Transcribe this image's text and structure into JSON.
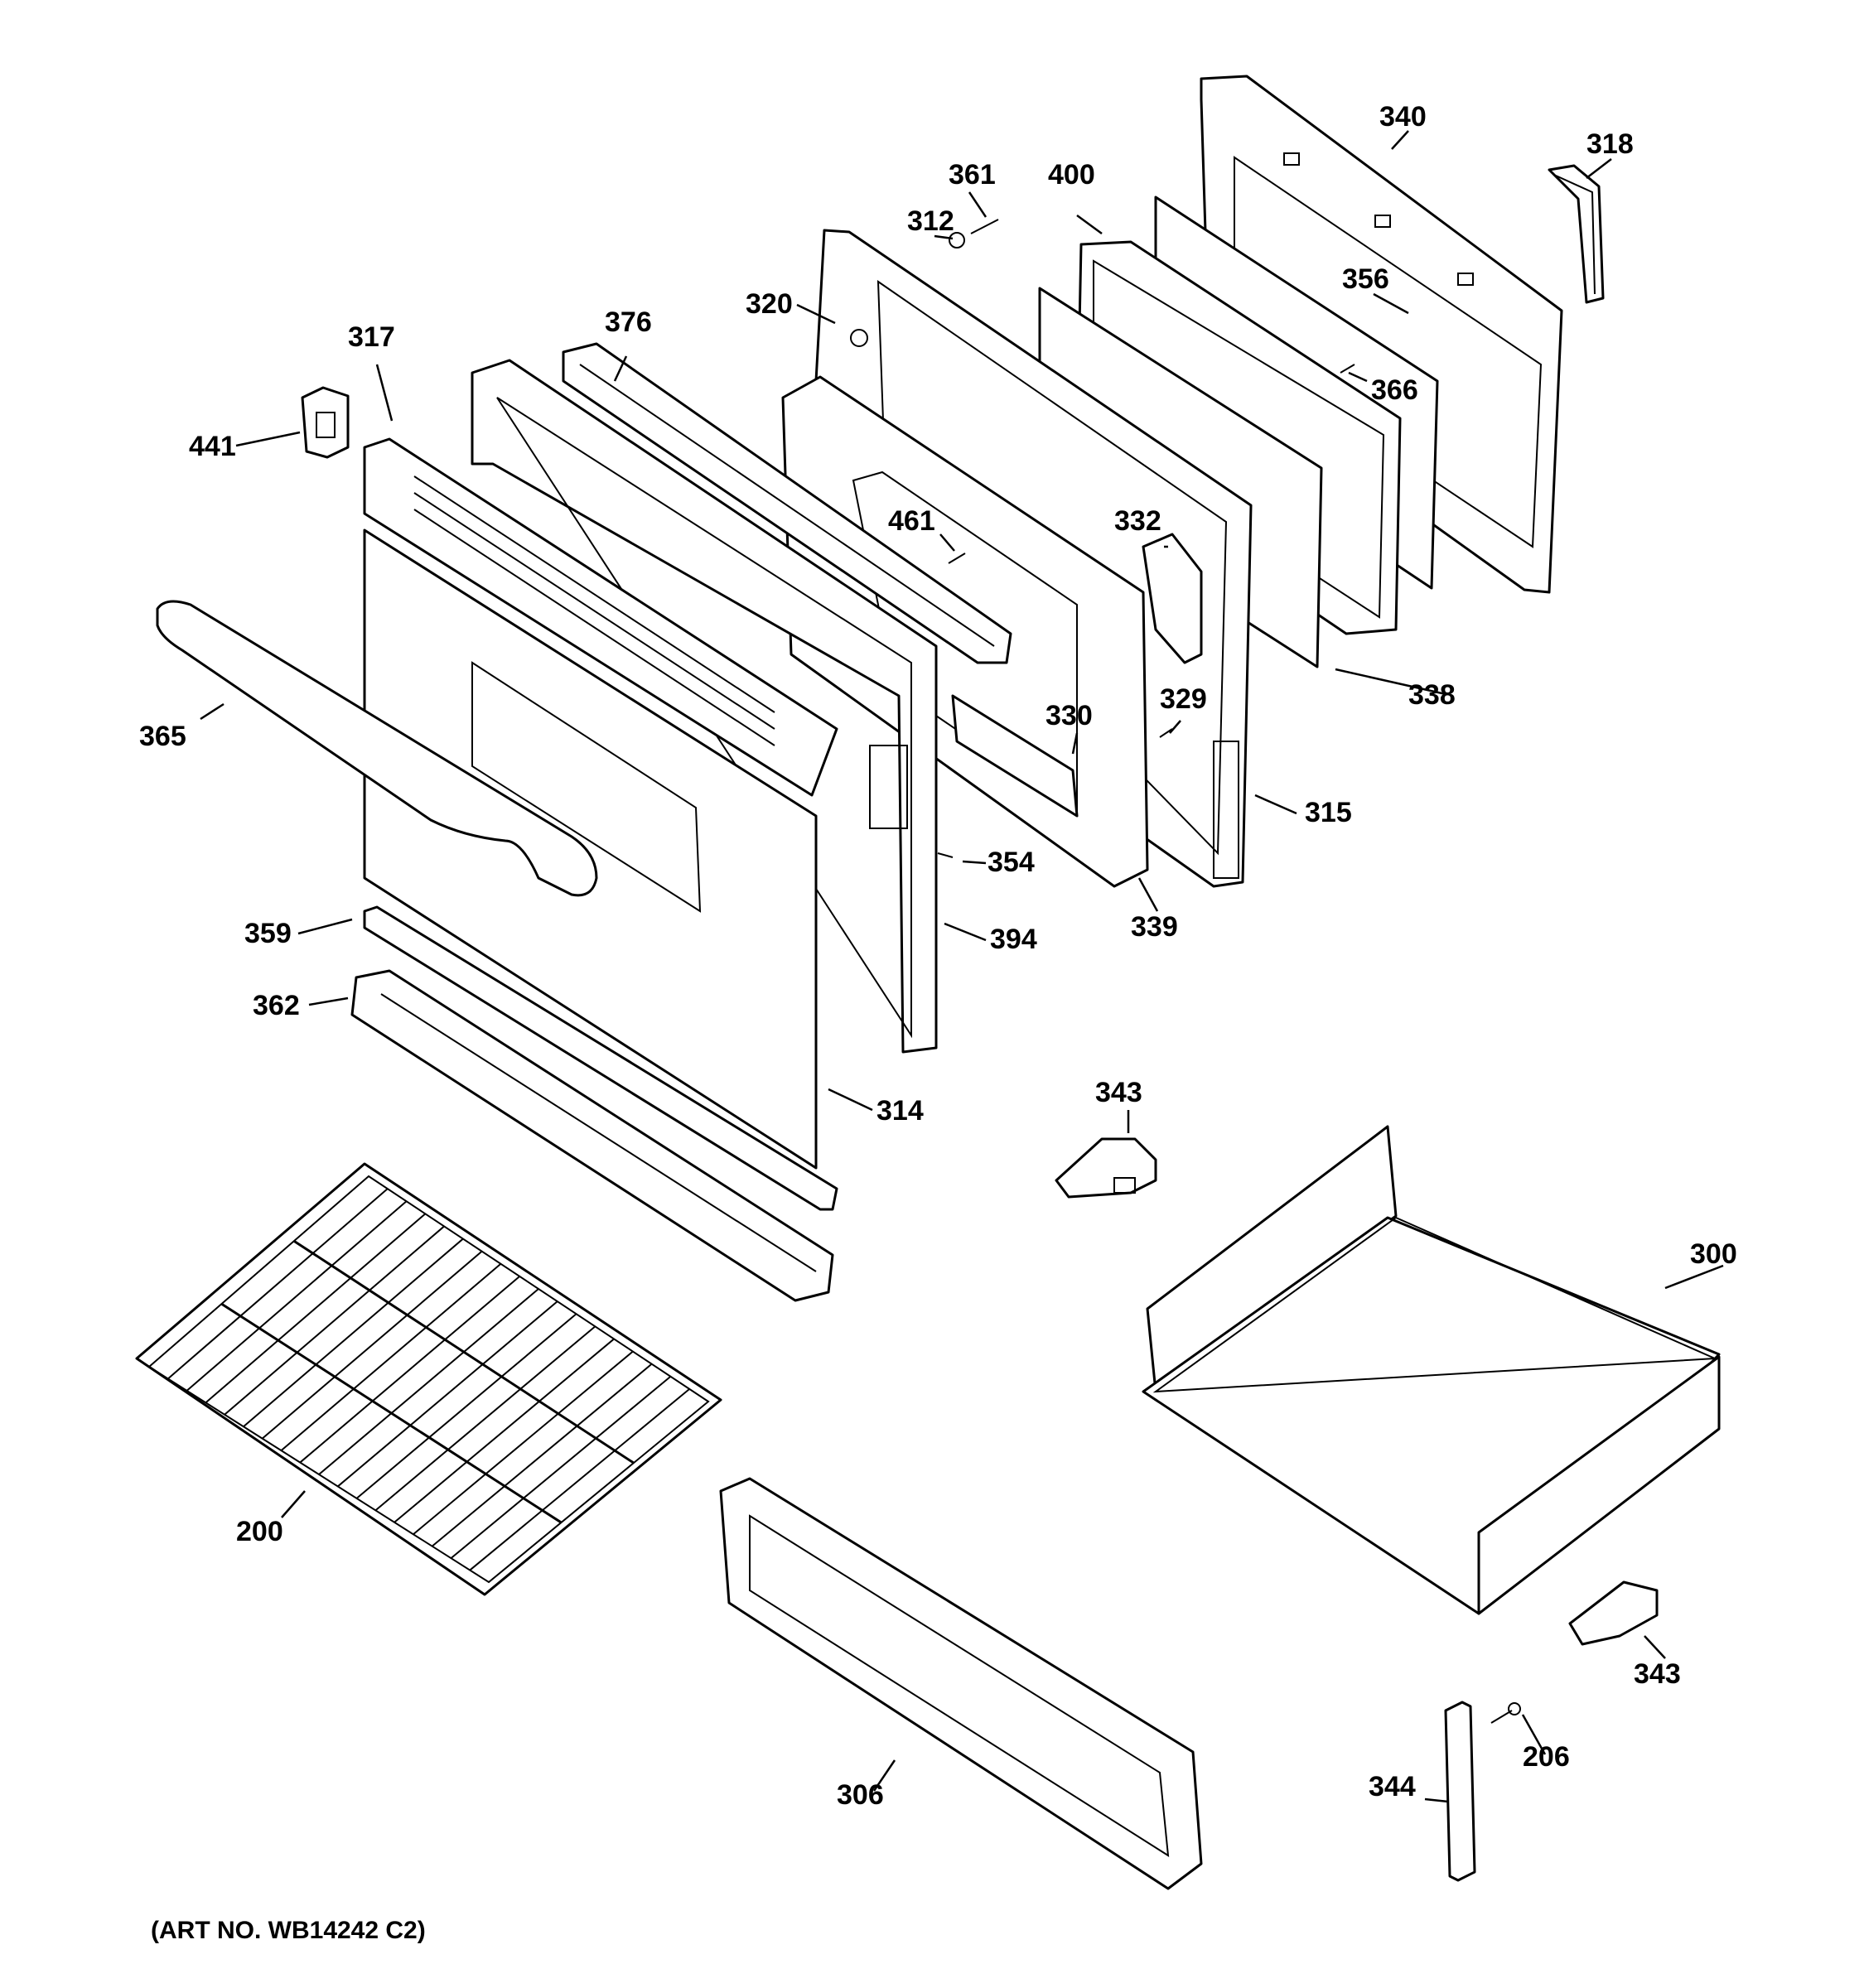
{
  "diagram": {
    "labels": {
      "p340": "340",
      "p318": "318",
      "p361": "361",
      "p400": "400",
      "p312": "312",
      "p356": "356",
      "p320": "320",
      "p376": "376",
      "p317": "317",
      "p366": "366",
      "p441": "441",
      "p461": "461",
      "p332": "332",
      "p365": "365",
      "p330": "330",
      "p329": "329",
      "p338": "338",
      "p315": "315",
      "p354": "354",
      "p339": "339",
      "p359": "359",
      "p394": "394",
      "p362": "362",
      "p343a": "343",
      "p314": "314",
      "p300": "300",
      "p200": "200",
      "p343b": "343",
      "p206": "206",
      "p344": "344",
      "p306": "306"
    },
    "art_number": "(ART NO. WB14242 C2)"
  }
}
